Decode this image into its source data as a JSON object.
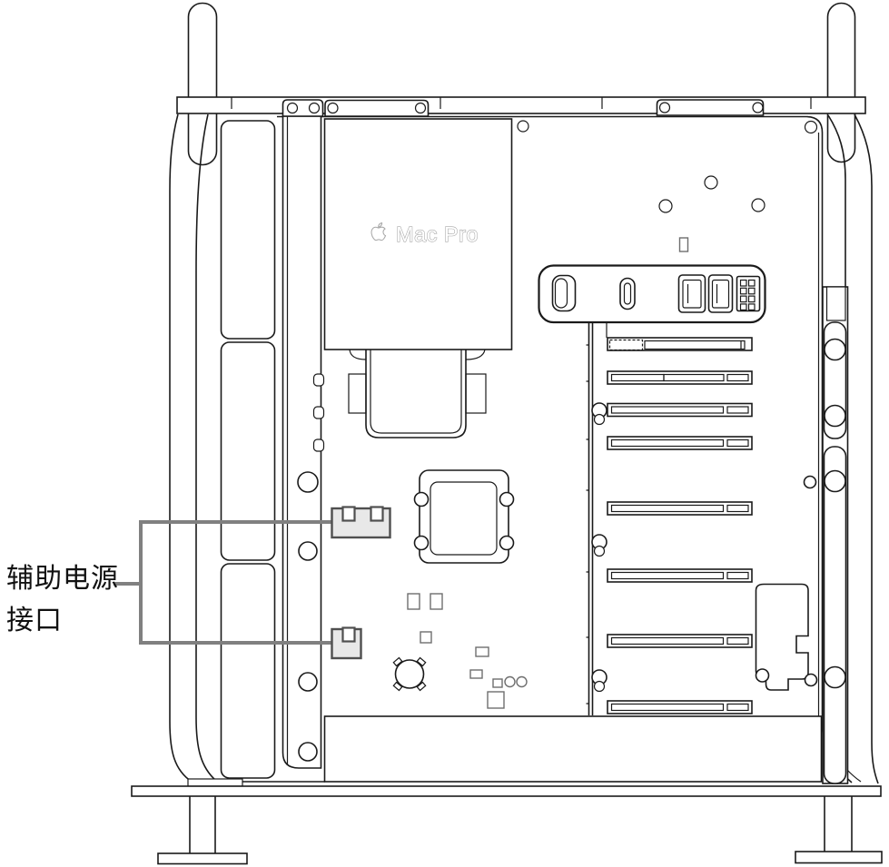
{
  "diagram": {
    "device": "Mac Pro",
    "view": "side-open",
    "logo": {
      "apple_icon": "apple-logo-icon",
      "text": "Mac Pro"
    },
    "callout_label": {
      "line1": "辅助电源",
      "line2": "接口"
    },
    "counts": {
      "drive_bays": 3,
      "pcie_slots": 8,
      "io_ports": 5,
      "aux_power_connectors": 2,
      "lock_rail_holes": 4
    },
    "colors": {
      "line": "#1a1a1a",
      "part": "#6e6e6e",
      "callout": "#808080",
      "connector_fill": "#e8e8e8",
      "connector_border": "#4f4f4f",
      "logo_outline": "#a8a8a8",
      "label_text": "#111111",
      "background": "#ffffff"
    }
  }
}
